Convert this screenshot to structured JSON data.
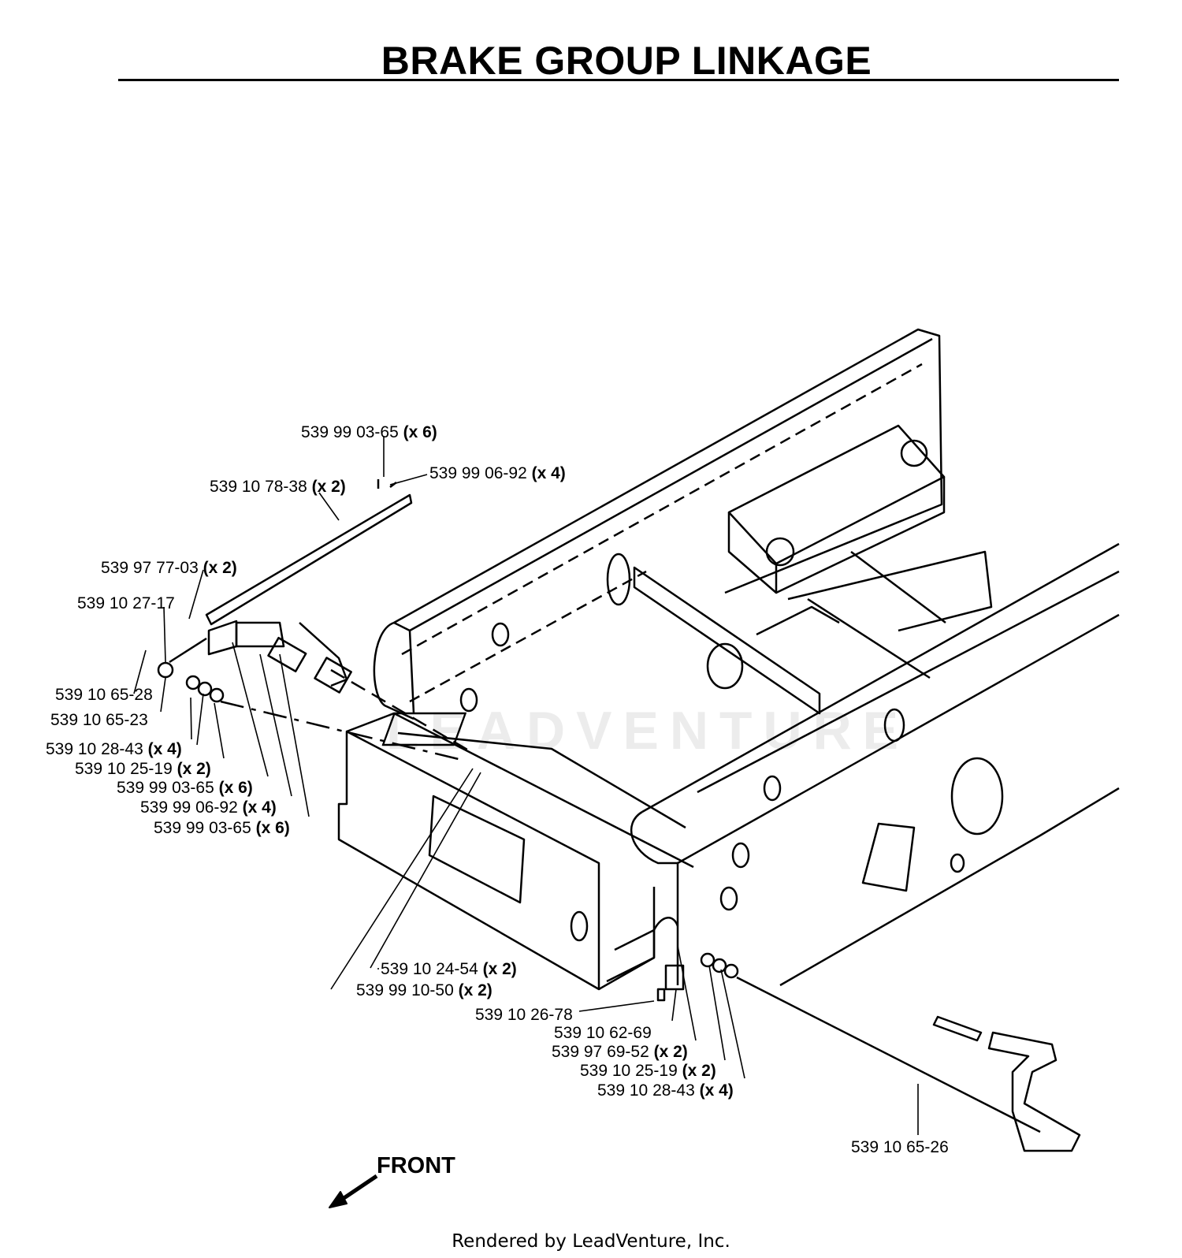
{
  "title": "BRAKE GROUP LINKAGE",
  "front_label": "FRONT",
  "footer": "Rendered by LeadVenture, Inc.",
  "watermark": "LEADVENTURE",
  "part_labels": [
    {
      "part": "539 99 03-65",
      "qty": "(x 6)"
    },
    {
      "part": "539 99 06-92",
      "qty": "(x 4)"
    },
    {
      "part": "539 10 78-38",
      "qty": "(x 2)"
    },
    {
      "part": "539 97 77-03",
      "qty": "(x 2)"
    },
    {
      "part": "539 10 27-17",
      "qty": ""
    },
    {
      "part": "539 10 65-28",
      "qty": ""
    },
    {
      "part": "539 10 65-23",
      "qty": ""
    },
    {
      "part": "539 10 28-43",
      "qty": "(x 4)"
    },
    {
      "part": "539 10 25-19",
      "qty": "(x 2)"
    },
    {
      "part": "539 99 03-65",
      "qty": "(x 6)"
    },
    {
      "part": "539 99 06-92",
      "qty": "(x 4)"
    },
    {
      "part": "539 99 03-65",
      "qty": "(x 6)"
    },
    {
      "part": "539 10 24-54",
      "qty": "(x 2)"
    },
    {
      "part": "539 99 10-50",
      "qty": "(x 2)"
    },
    {
      "part": "539 10 26-78",
      "qty": ""
    },
    {
      "part": "539 10 62-69",
      "qty": ""
    },
    {
      "part": "539 97 69-52",
      "qty": "(x 2)"
    },
    {
      "part": "539 10 25-19",
      "qty": "(x 2)"
    },
    {
      "part": "539 10 28-43",
      "qty": "(x 4)"
    },
    {
      "part": "539 10 65-26",
      "qty": ""
    }
  ]
}
